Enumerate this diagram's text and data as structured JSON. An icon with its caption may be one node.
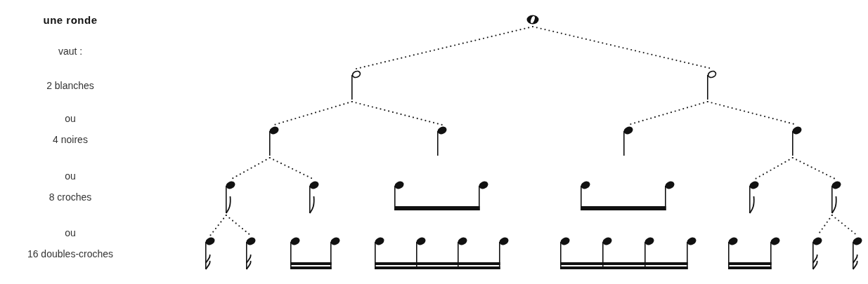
{
  "diagram": {
    "nodes": [
      {
        "text": [],
        "shape": "circle"
      },
      {
        "text": [],
        "shape": "picture"
      },
      {
        "text": [],
        "shape": "picture"
      },
      {
        "text": [],
        "shape": "picture"
      },
      {
        "text": [],
        "shape": "picture"
      },
      {
        "text": [],
        "shape": "picture"
      },
      {
        "text": [],
        "shape": "picture"
      },
      {
        "text": [],
        "shape": "picture"
      },
      {
        "text": [],
        "shape": "picture"
      },
      {
        "text": [],
        "shape": "picture"
      },
      {
        "text": [],
        "shape": "picture"
      },
      {
        "text": [],
        "shape": "picture"
      },
      {
        "text": [],
        "shape": "picture"
      },
      {
        "text": [],
        "shape": "picture"
      },
      {
        "text": [],
        "shape": "picture"
      },
      {
        "text": [],
        "shape": "picture"
      },
      {
        "text": [],
        "shape": "picture"
      },
      {
        "text": [],
        "shape": "picture"
      },
      {
        "text": [],
        "shape": "picture"
      },
      {
        "text": [],
        "shape": "picture"
      },
      {
        "text": [],
        "shape": "picture"
      }
    ],
    "edges": [
      {
        "from": 0,
        "to": 1,
        "arrow": "none"
      },
      {
        "from": 0,
        "to": 2,
        "arrow": "none"
      },
      {
        "from": 1,
        "to": 3,
        "arrow": "none"
      },
      {
        "from": 1,
        "to": 4,
        "arrow": "none"
      },
      {
        "from": 2,
        "to": 5,
        "arrow": "none"
      },
      {
        "from": 2,
        "to": 6,
        "arrow": "none"
      },
      {
        "from": 3,
        "to": 7,
        "arrow": "none"
      },
      {
        "from": 3,
        "to": 8,
        "arrow": "none"
      },
      {
        "from": 6,
        "to": 11,
        "arrow": "none"
      },
      {
        "from": 6,
        "to": 12,
        "arrow": "none"
      },
      {
        "from": 7,
        "to": 13,
        "arrow": "none"
      },
      {
        "from": 7,
        "to": 14,
        "arrow": "none"
      },
      {
        "from": 12,
        "to": 19,
        "arrow": "none"
      },
      {
        "from": 12,
        "to": 20,
        "arrow": "none"
      }
    ],
    "labels": [
      "une ronde",
      "vaut :",
      "2 blanches",
      "ou",
      "4 noires",
      "ou",
      "8 croches",
      "ou",
      "16 doubles-croches"
    ]
  }
}
